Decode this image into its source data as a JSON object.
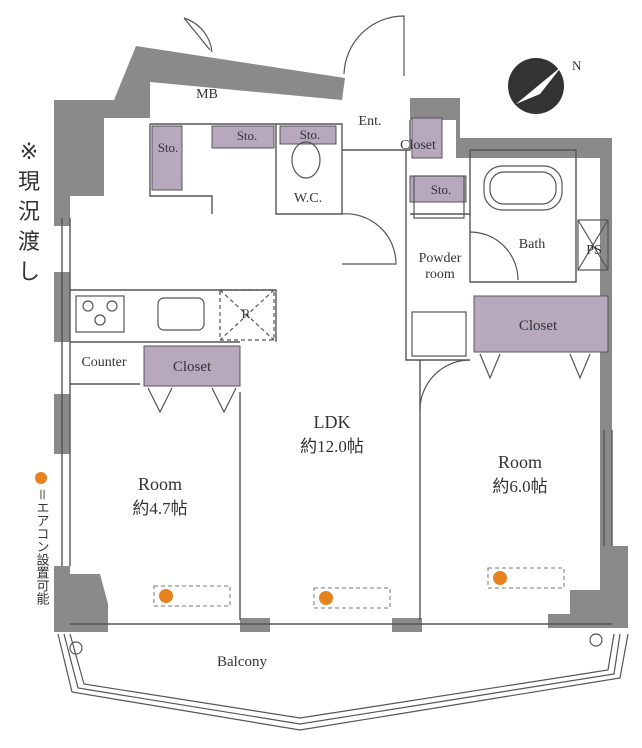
{
  "rooms": {
    "mb": "MB",
    "sto1": "Sto.",
    "sto2": "Sto.",
    "sto3": "Sto.",
    "sto4": "Sto.",
    "wc": "W.C.",
    "ent": "Ent.",
    "closet_ent": "Closet",
    "bath": "Bath",
    "ps": "PS",
    "powder": "Powder",
    "powder2": "room",
    "closet_right": "Closet",
    "fridge": "R",
    "counter": "Counter",
    "closet_left": "Closet",
    "ldk_name": "LDK",
    "ldk_size": "約12.0帖",
    "room_left_name": "Room",
    "room_left_size": "約4.7帖",
    "room_right_name": "Room",
    "room_right_size": "約6.0帖",
    "balcony": "Balcony"
  },
  "notes": {
    "side": [
      "※",
      "現",
      "況",
      "渡",
      "し"
    ],
    "legend": "＝エアコン設置可能"
  },
  "compass": {
    "label": "N"
  },
  "colors": {
    "wall": "#8a8a8a",
    "storage": "#b7a8be",
    "ac_marker": "#e8821e",
    "line": "#555555"
  }
}
